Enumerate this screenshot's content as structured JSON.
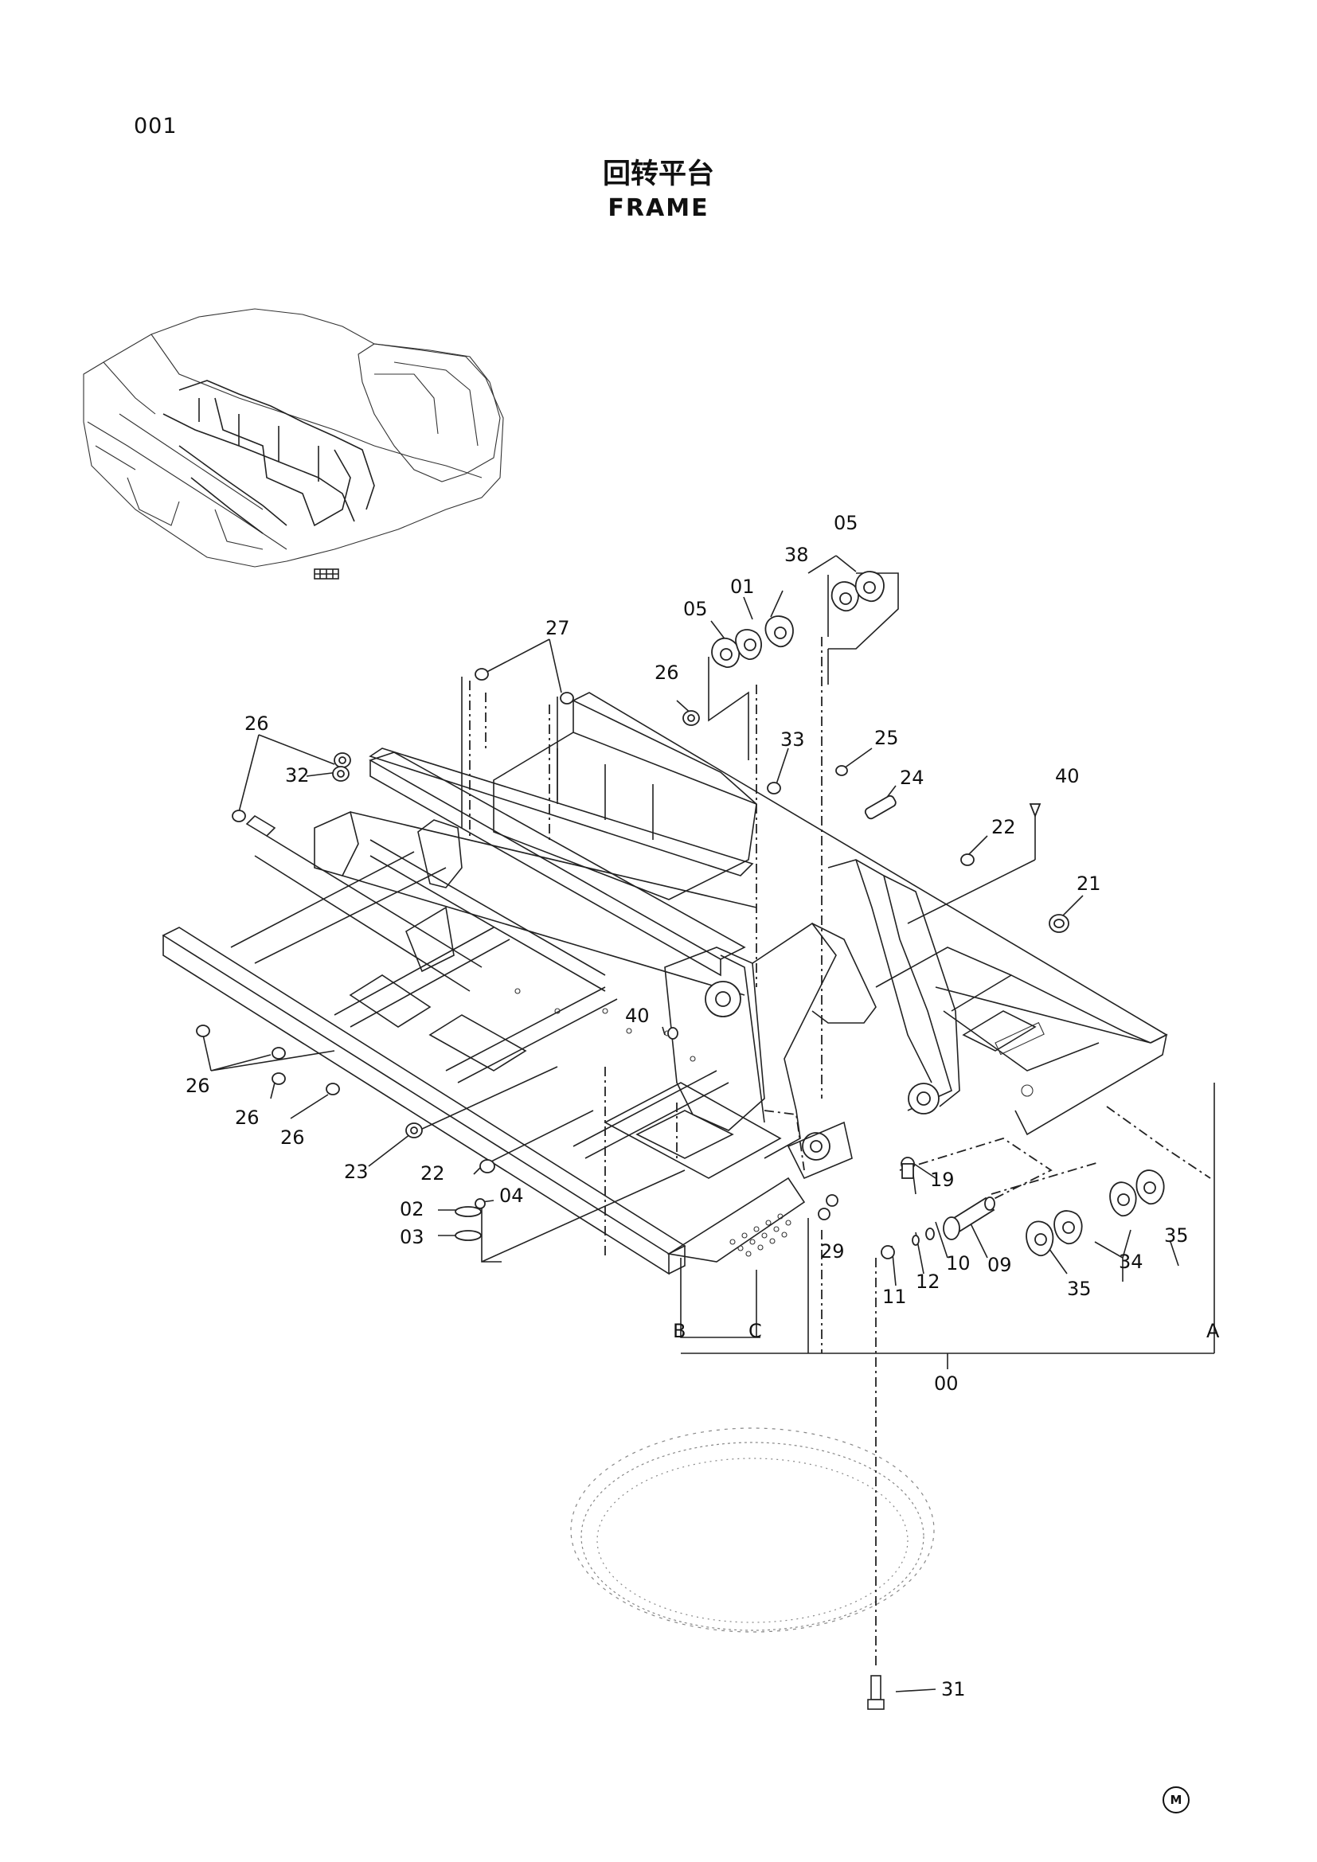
{
  "header": {
    "page_number": "001",
    "title_cn": "回转平台",
    "title_en": "FRAME"
  },
  "footer": {
    "mark": "M"
  },
  "callouts": [
    "05",
    "38",
    "05",
    "01",
    "27",
    "26",
    "26",
    "33",
    "25",
    "24",
    "26",
    "32",
    "40",
    "22",
    "21",
    "40",
    "26",
    "26",
    "26",
    "23",
    "22",
    "04",
    "02",
    "03",
    "19",
    "29",
    "10",
    "09",
    "12",
    "11",
    "35",
    "34",
    "35",
    "A",
    "B",
    "C",
    "00",
    "31"
  ]
}
